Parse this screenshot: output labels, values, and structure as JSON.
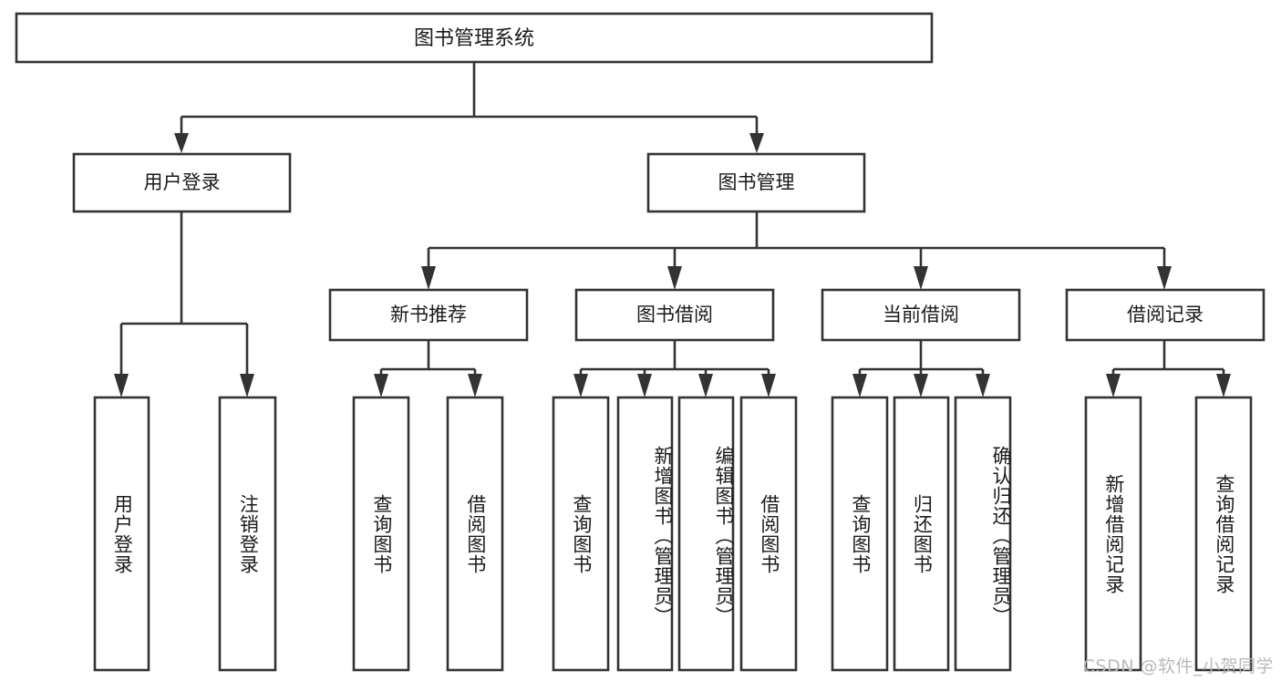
{
  "diagram": {
    "title": "图书管理系统",
    "type": "tree-hierarchy",
    "watermark": "CSDN @软件_小贺同学",
    "colors": {
      "box_stroke": "#333333",
      "box_fill": "#ffffff",
      "text": "#1a1a1a",
      "connector": "#333333",
      "watermark": "#b9b9b9",
      "background": "#ffffff"
    },
    "root": {
      "label": "图书管理系统"
    },
    "level2": [
      {
        "label": "用户登录"
      },
      {
        "label": "图书管理"
      }
    ],
    "level3": [
      {
        "label": "新书推荐"
      },
      {
        "label": "图书借阅"
      },
      {
        "label": "当前借阅"
      },
      {
        "label": "借阅记录"
      }
    ],
    "leaves": {
      "user_login": [
        {
          "label": "用户登录"
        },
        {
          "label": "注销登录"
        }
      ],
      "new_book_recommend": [
        {
          "label": "查询图书"
        },
        {
          "label": "借阅图书"
        }
      ],
      "book_borrow": [
        {
          "label": "查询图书"
        },
        {
          "label": "新增图书（管理员）"
        },
        {
          "label": "编辑图书（管理员）"
        },
        {
          "label": "借阅图书"
        }
      ],
      "current_borrow": [
        {
          "label": "查询图书"
        },
        {
          "label": "归还图书"
        },
        {
          "label": "确认归还（管理员）"
        }
      ],
      "borrow_record": [
        {
          "label": "新增借阅记录"
        },
        {
          "label": "查询借阅记录"
        }
      ]
    }
  }
}
